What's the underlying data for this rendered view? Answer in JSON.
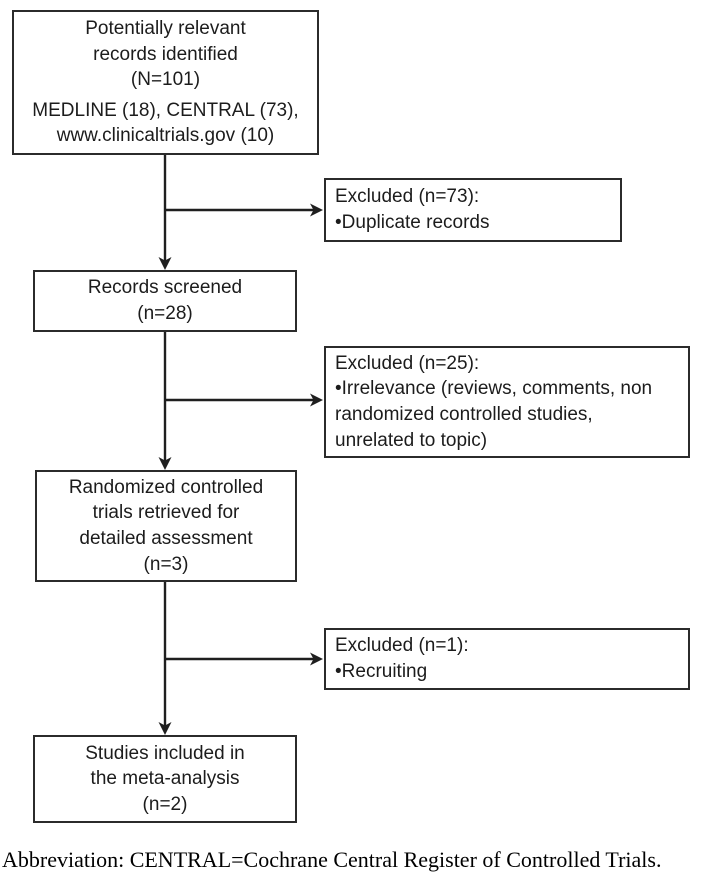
{
  "figure": {
    "type": "study-selection-flow-diagram",
    "colors": {
      "border": "#2b2b2b",
      "text": "#1c1c1c",
      "background": "#ffffff"
    },
    "boxes": {
      "identified": {
        "title": "Potentially relevant\nrecords identified\n(N=101)",
        "sources": "MEDLINE (18), CENTRAL (73),\nwww.clinicaltrials.gov (10)"
      },
      "screened": {
        "text": "Records screened\n(n=28)"
      },
      "retrieved": {
        "text": "Randomized controlled\ntrials retrieved for\ndetailed assessment\n(n=3)"
      },
      "included": {
        "text": "Studies included in\nthe meta-analysis\n(n=2)"
      }
    },
    "exclusions": [
      {
        "header": "Excluded (n=73):",
        "reasons": "•Duplicate records"
      },
      {
        "header": "Excluded (n=25):",
        "reasons": "•Irrelevance (reviews, comments, non\nrandomized controlled studies,\nunrelated to topic)"
      },
      {
        "header": "Excluded (n=1):",
        "reasons": "•Recruiting"
      }
    ],
    "footnote": "Abbreviation: CENTRAL=Cochrane Central Register of Controlled Trials."
  }
}
